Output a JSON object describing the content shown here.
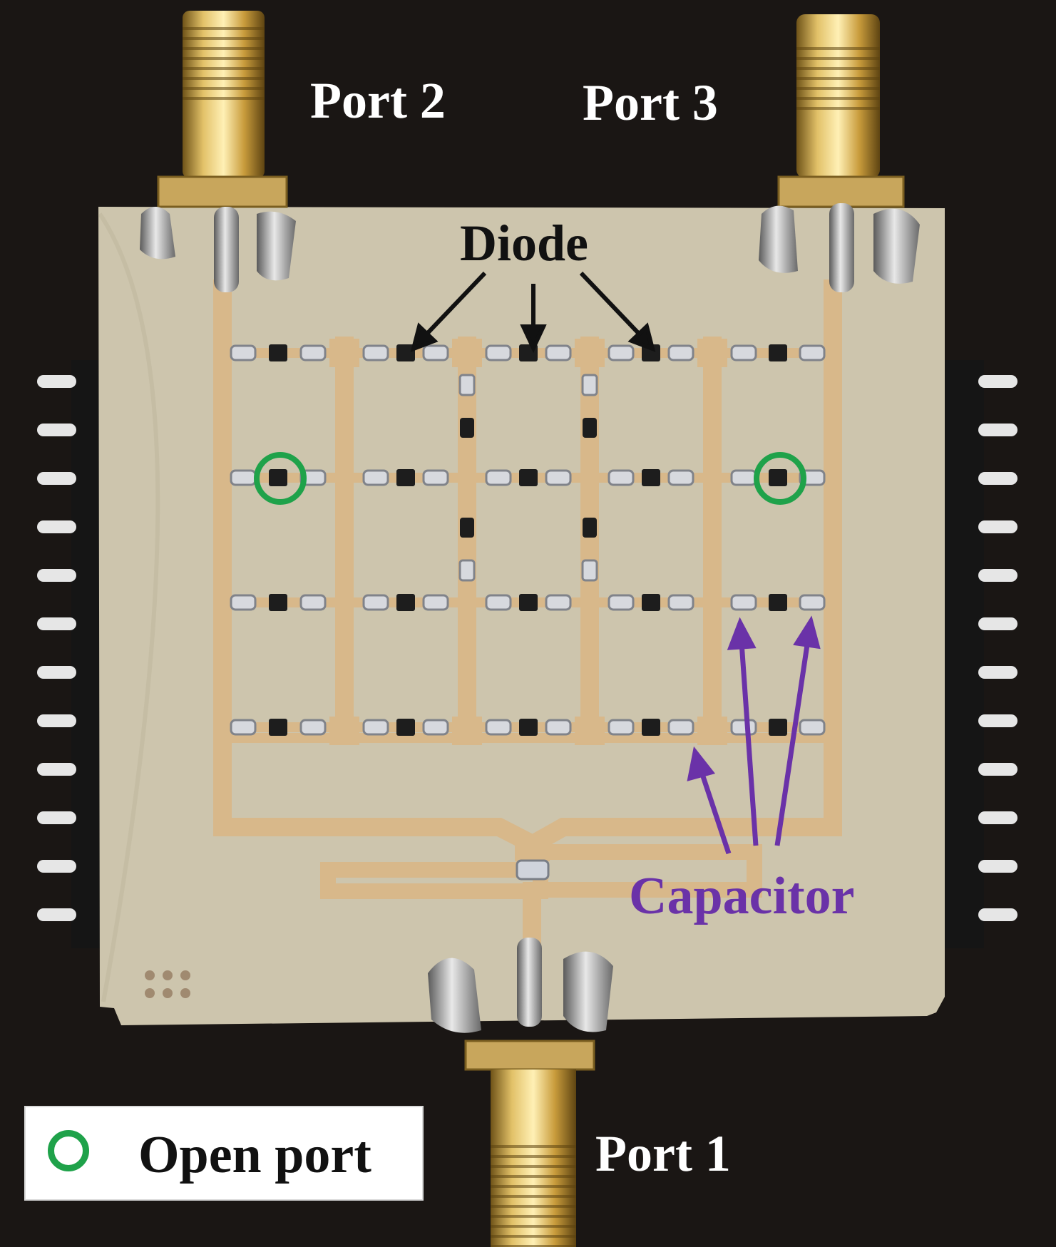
{
  "labels": {
    "port_1": "Port 1",
    "port_2": "Port 2",
    "port_3": "Port 3",
    "diode": "Diode",
    "capacitor": "Capacitor"
  },
  "legend": {
    "open_port": "Open port"
  },
  "colors": {
    "open_port_marker": "#1fa24a",
    "capacitor_annotation": "#6a32a8",
    "diode_annotation": "#111111",
    "port_label": "#ffffff",
    "background": "#1a1614",
    "board": "#cdc5ad",
    "copper_trace": "#d8b88a"
  }
}
